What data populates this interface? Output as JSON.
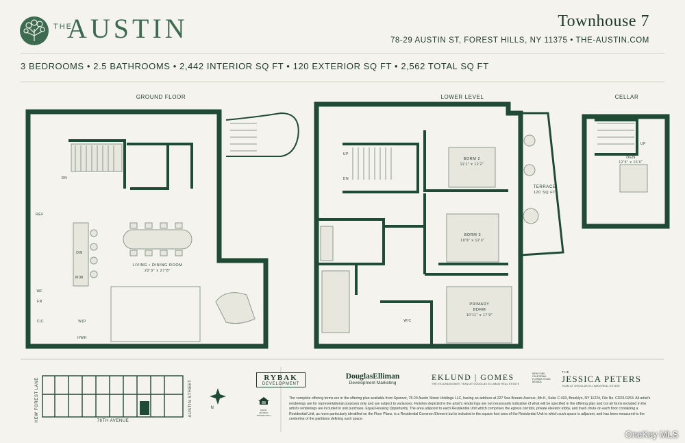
{
  "brand": {
    "the": "THE",
    "name": "AUSTIN",
    "logo_icon": "tree-emblem-icon"
  },
  "unit": {
    "title": "Townhouse 7",
    "address": "78-29 AUSTIN ST, FOREST HILLS, NY 11375 • THE-AUSTIN.COM"
  },
  "specs": "3 BEDROOMS • 2.5 BATHROOMS • 2,442 INTERIOR SQ FT • 120 EXTERIOR SQ FT • 2,562 TOTAL SQ FT",
  "floors": {
    "ground": {
      "title": "GROUND FLOOR"
    },
    "lower": {
      "title": "LOWER LEVEL"
    },
    "cellar": {
      "title": "CELLAR"
    }
  },
  "rooms": {
    "living_name": "LIVING • DINING ROOM",
    "living_dims": "22'3\" x 27'8\"",
    "bdrm2_name": "BDRM 2",
    "bdrm2_dims": "11'1\" x 12'2\"",
    "bdrm3_name": "BDRM 3",
    "bdrm3_dims": "10'9\" x 12'3\"",
    "primary_name1": "PRIMARY",
    "primary_name2": "BDRM",
    "primary_dims": "10'11\" x 17'9\"",
    "terrace_name": "TERRACE",
    "terrace_dims": "120 SQ FT",
    "den_name": "DEN",
    "den_dims": "12'5\" x 16'6\"",
    "wic": "WIC"
  },
  "fixtures": {
    "dn_ground": "DN",
    "dn_lower": "DN",
    "up_lower": "UP",
    "up_cellar": "UP",
    "ref": "REF",
    "dw": "DW",
    "mw": "M|W",
    "wf": "WF",
    "fr": "FR",
    "cc": "C|C",
    "wd": "W|D",
    "hwh": "HWH"
  },
  "keyplan": {
    "kew_forest": "KEW FOREST LANE",
    "avenue": "78TH AVENUE",
    "street": "AUSTIN STREET",
    "north": "N"
  },
  "logos": {
    "rybak1": "RYBAK",
    "rybak2": "DEVELOPMENT",
    "de1": "DouglasElliman",
    "de2": "Development Marketing",
    "eklund": "EKLUND | GOMES",
    "eklund_sub": "THE EKLUND|GOMES TEAM AT DOUGLAS ELLIMAN REAL ESTATE",
    "eklund_states": "NEW YORK CALIFORNIA FLORIDA TEXAS NEVADA",
    "jp_the": "THE",
    "jp": "JESSICA PETERS",
    "jp_sub": "TEAM AT DOUGLAS ELLIMAN REAL ESTATE",
    "eho1": "EQUAL HOUSING",
    "eho2": "OPPORTUNITY"
  },
  "fine_print": "The complete offering terms are in the offering plan available from Sponsor, 78-29 Austin Street Holdings LLC, having an address at 227 Sea Breeze Avenue, 4th fl., Suite C-403, Brooklyn, NY 11224, File No. CD23-0253. All artist's renderings are for representational purposes only and are subject to variances. Finishes depicted in the artist's renderings are not necessarily indicative of what will be specified in the offering plan and not all items included in the artist's renderings are included in unit purchase. Equal Housing Opportunity. The area adjacent to each Residential Unit which comprises the egress corridor, private elevator lobby, and trash chute on each floor containing a Residential Unit, as more particularly identified on the Floor Plans, is a Residential Common Element but is included in the square foot area of the Residential Unit to which such space is adjacent, and has been measured to the centerline of the partitions defining such space.",
  "watermark": "OneKey MLS",
  "colors": {
    "wall": "#1f4a33",
    "accent": "#3d6b50",
    "background": "#f4f3ee"
  }
}
